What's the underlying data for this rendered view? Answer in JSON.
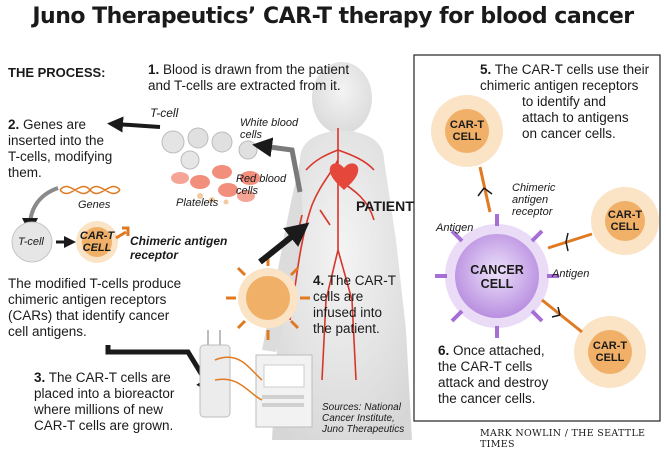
{
  "title": "Juno Therapeutics’ CAR-T therapy for blood cancer",
  "process_heading": "THE PROCESS:",
  "steps": {
    "s1_num": "1.",
    "s1_l1": "Blood is drawn from the patient",
    "s1_l2": "and T-cells are extracted from it.",
    "s2_num": "2.",
    "s2_l1": "Genes are",
    "s2_l2": "inserted into the",
    "s2_l3": "T-cells, modifying",
    "s2_l4": "them.",
    "modified_l1": "The modified T-cells produce",
    "modified_l2": "chimeric antigen receptors",
    "modified_l3": "(CARs) that identify cancer",
    "modified_l4": "cell antigens.",
    "s3_num": "3.",
    "s3_l1": "The CAR-T cells are",
    "s3_l2": "placed into a bioreactor",
    "s3_l3": "where millions of new",
    "s3_l4": "CAR-T cells are grown.",
    "s4_num": "4.",
    "s4_l1": "The CAR-T",
    "s4_l2": "cells are",
    "s4_l3": "infused into",
    "s4_l4": "the patient.",
    "s5_num": "5.",
    "s5_l1": "The CAR-T cells use their",
    "s5_l2": "chimeric antigen receptors",
    "s5_l3": "to identify and",
    "s5_l4": "attach to antigens",
    "s5_l5": "on cancer cells.",
    "s6_num": "6.",
    "s6_l1": "Once attached,",
    "s6_l2": "the CAR-T cells",
    "s6_l3": "attack and destroy",
    "s6_l4": "the cancer cells."
  },
  "labels": {
    "tcell_top": "T-cell",
    "white_blood_l1": "White blood",
    "white_blood_l2": "cells",
    "red_blood_l1": "Red blood",
    "red_blood_l2": "cells",
    "platelets": "Platelets",
    "genes": "Genes",
    "tcell_left": "T-cell",
    "cart_l1": "CAR-T",
    "cart_l2": "CELL",
    "chimeric_l1": "Chimeric antigen",
    "chimeric_l2": "receptor",
    "patient": "PATIENT",
    "antigen": "Antigen",
    "chimeric_r_l1": "Chimeric",
    "chimeric_r_l2": "antigen",
    "chimeric_r_l3": "receptor",
    "cancer_l1": "CANCER",
    "cancer_l2": "CELL"
  },
  "sources": {
    "l1": "Sources: National",
    "l2": "Cancer Institute,",
    "l3": "Juno Therapeutics"
  },
  "credit": "MARK NOWLIN / THE SEATTLE TIMES",
  "colors": {
    "cart_core": "#f0b068",
    "cart_halo": "#fbe3c6",
    "cancer_fill": "#c9a4e8",
    "cancer_halo": "#eadbf7",
    "red_cell": "#f28e7c",
    "platelet": "#f3c9a0",
    "arrow": "#1a1a1a",
    "vessels": "#d8362a"
  }
}
